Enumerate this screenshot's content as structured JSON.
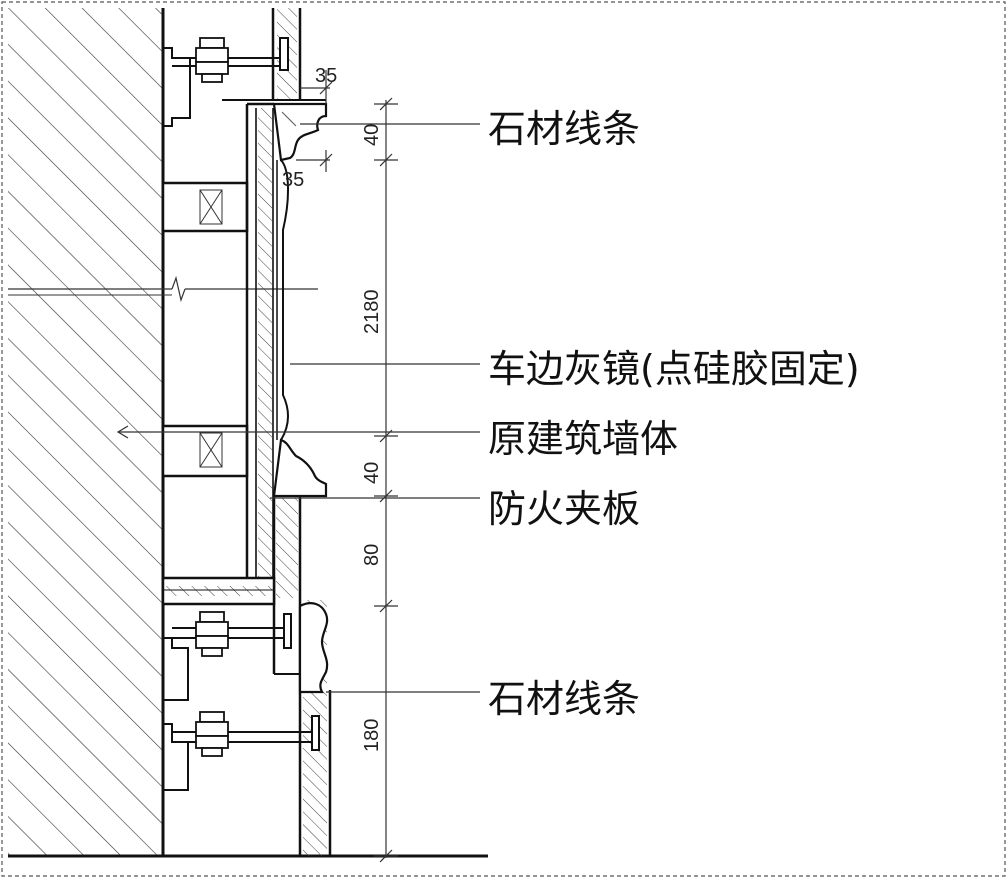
{
  "labels": {
    "stone_top": "石材线条",
    "mirror": "车边灰镜(点硅胶固定)",
    "wall": "原建筑墙体",
    "board": "防火夹板",
    "stone_bottom": "石材线条"
  },
  "dimensions": {
    "d35_top": "35",
    "d35_bottom": "35",
    "d40_top": "40",
    "d2180": "2180",
    "d40_mid": "40",
    "d80": "80",
    "d180": "180"
  }
}
